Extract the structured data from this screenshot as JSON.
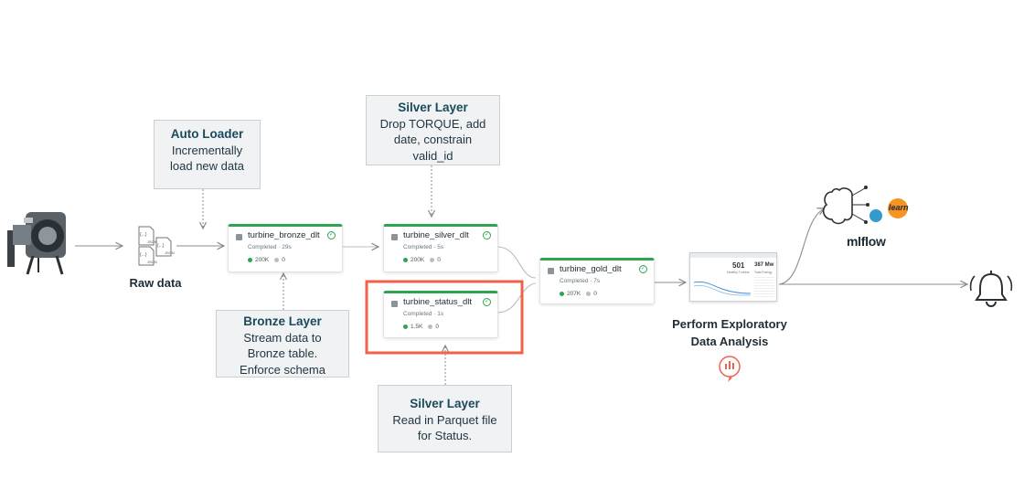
{
  "callouts": {
    "auto_loader": {
      "title": "Auto Loader",
      "lines": [
        "Incrementally",
        "load new data"
      ]
    },
    "silver_top": {
      "title": "Silver Layer",
      "lines": [
        "Drop TORQUE, add",
        "date, constrain",
        "valid_id"
      ]
    },
    "bronze": {
      "title": "Bronze Layer",
      "lines": [
        "Stream data to",
        "Bronze table.",
        "Enforce schema"
      ]
    },
    "silver_bottom": {
      "title": "Silver Layer",
      "lines": [
        "Read in Parquet file",
        "for Status."
      ]
    }
  },
  "raw_data": {
    "label": "Raw data",
    "file_tags": [
      "{...}",
      "JSON"
    ]
  },
  "nodes": {
    "bronze": {
      "name": "turbine_bronze_dlt",
      "status": "Completed · 29s",
      "rows": "200K",
      "errors": "0"
    },
    "silver": {
      "name": "turbine_silver_dlt",
      "status": "Completed · 5s",
      "rows": "200K",
      "errors": "0"
    },
    "status": {
      "name": "turbine_status_dlt",
      "status": "Completed · 1s",
      "rows": "1.5K",
      "errors": "0"
    },
    "gold": {
      "name": "turbine_gold_dlt",
      "status": "Completed · 7s",
      "rows": "207K",
      "errors": "0"
    }
  },
  "eda": {
    "label_line1": "Perform Exploratory",
    "label_line2": "Data Analysis",
    "kpi1": "501",
    "kpi1_label": "Healthy Turbine",
    "kpi2": "387 Mw",
    "kpi2_label": "Total Energy"
  },
  "ml": {
    "sklearn_text": "learn",
    "mlflow_text": "mlflow"
  },
  "colors": {
    "highlight": "#f26149",
    "node_green": "#2ea44f",
    "callout_bg": "#f0f2f3",
    "callout_title": "#1a4a5c",
    "line": "#8a8f93"
  }
}
